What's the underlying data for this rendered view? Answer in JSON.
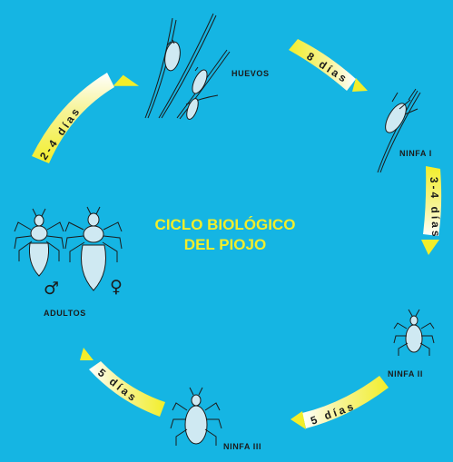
{
  "title_line1": "CICLO BIOLÓGICO",
  "title_line2": "DEL PIOJO",
  "stages": {
    "huevos": "HUEVOS",
    "ninfa1": "NINFA I",
    "ninfa2": "NINFA II",
    "ninfa3": "NINFA III",
    "adultos": "ADULTOS"
  },
  "durations": {
    "huevos_to_ninfa1": "8 días",
    "ninfa1_to_ninfa2": "3-4 días",
    "ninfa2_to_ninfa3": "5 días",
    "ninfa3_to_adultos": "5 días",
    "adultos_to_huevos": "2-4 días"
  },
  "symbols": {
    "male": "♂",
    "female": "♀"
  },
  "colors": {
    "background": "#15b5e3",
    "banner_yellow": "#f2ee2a",
    "title": "#f2ee2a",
    "ink": "#1b1b1b"
  }
}
